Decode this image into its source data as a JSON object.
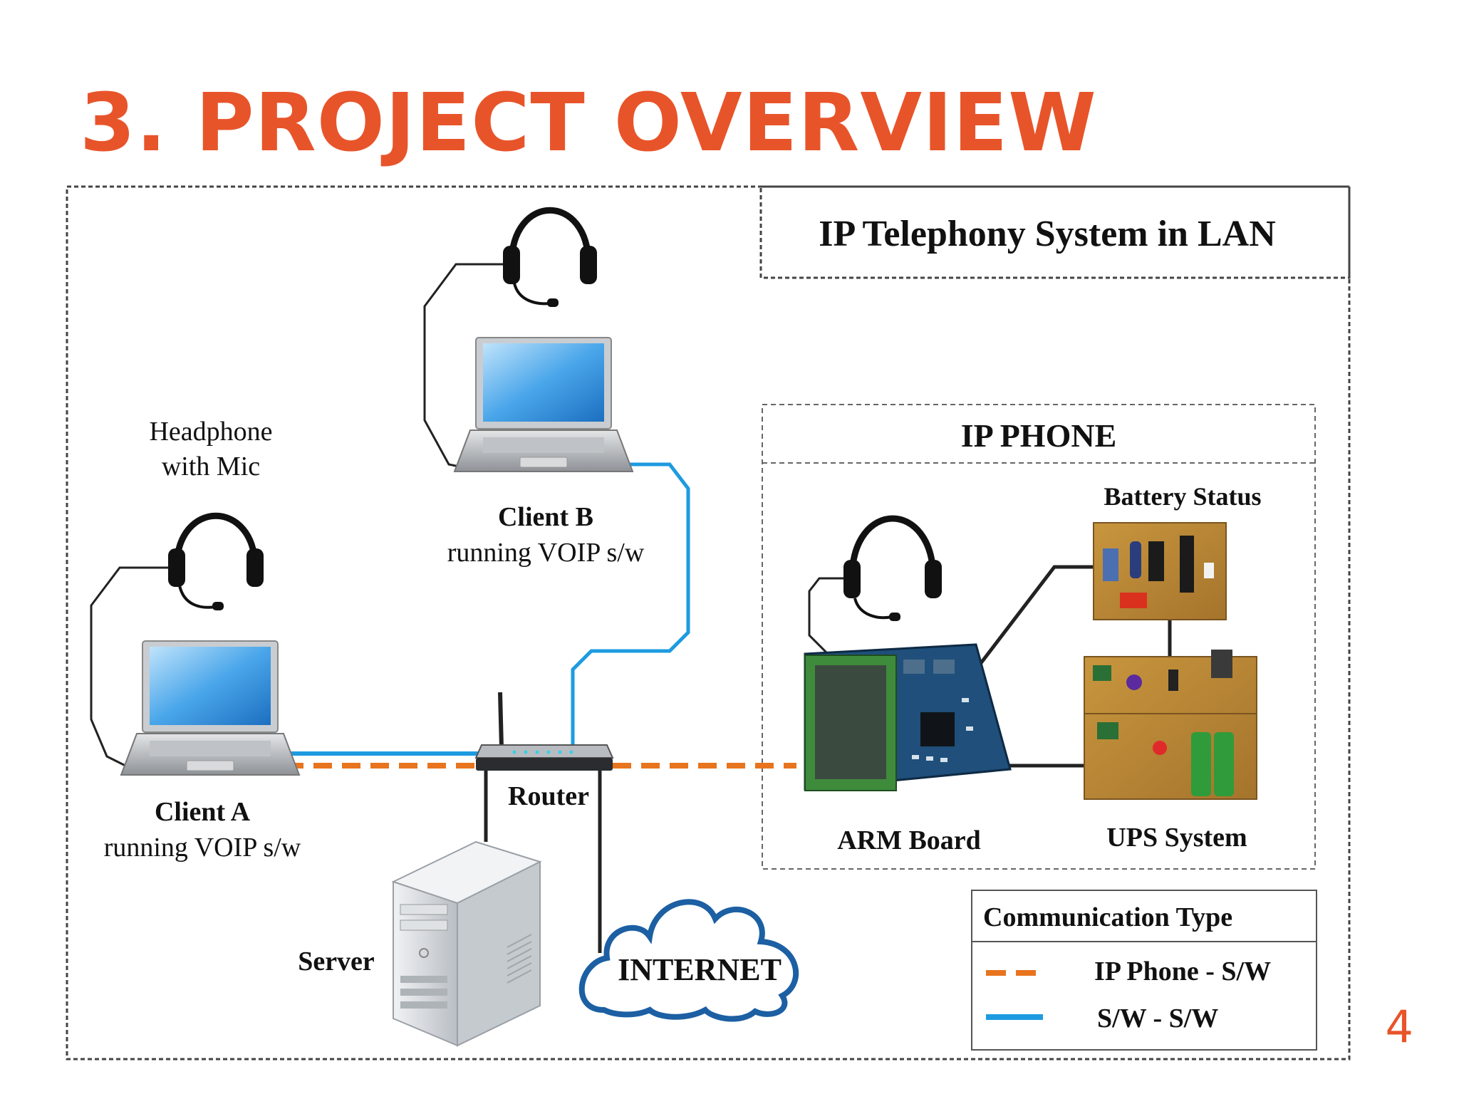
{
  "slide": {
    "title": "3. PROJECT OVERVIEW",
    "page_number": "4"
  },
  "diagram": {
    "title": "IP Telephony System in LAN",
    "headphone_label_line1": "Headphone",
    "headphone_label_line2": "with Mic",
    "client_a": {
      "name": "Client A",
      "desc": "running VOIP s/w"
    },
    "client_b": {
      "name": "Client B",
      "desc": "running VOIP s/w"
    },
    "router": "Router",
    "server": "Server",
    "internet": "INTERNET",
    "ip_phone": {
      "title": "IP PHONE",
      "battery_status": "Battery Status",
      "arm_board": "ARM Board",
      "ups_system": "UPS System"
    },
    "legend": {
      "title": "Communication Type",
      "items": [
        {
          "label": "IP Phone - S/W",
          "color": "#e8741e",
          "style": "dashed"
        },
        {
          "label": "S/W - S/W",
          "color": "#1e9be0",
          "style": "solid"
        }
      ]
    }
  },
  "colors": {
    "accent": "#e8542a",
    "ip_phone_link": "#e8741e",
    "sw_link": "#1e9be0"
  }
}
